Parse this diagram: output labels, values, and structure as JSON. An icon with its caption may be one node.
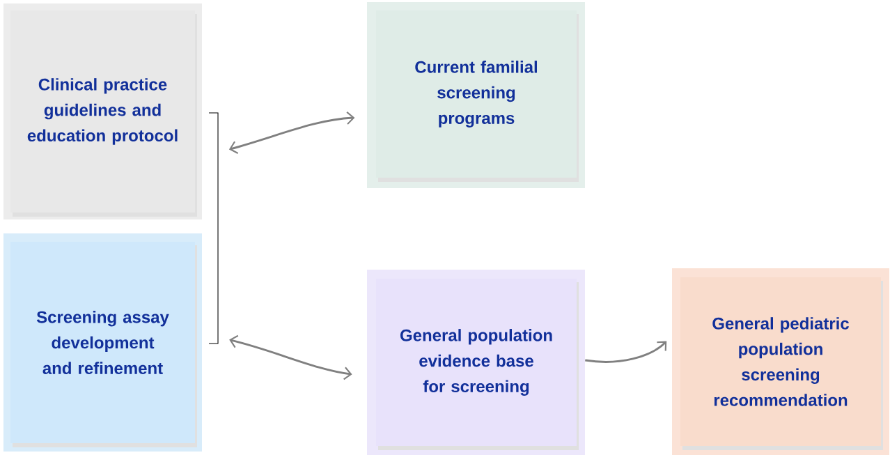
{
  "diagram": {
    "nodes": [
      {
        "text": [
          "Clinical practice guidelines and education protocol"
        ]
      },
      {
        "text": [
          "Screening assay development and refinement"
        ]
      },
      {
        "text": [
          "Current familial screening programs"
        ]
      },
      {
        "text": [
          "General population evidence base for screening"
        ]
      },
      {
        "text": [
          "General pediatric population screening recommendation"
        ]
      }
    ],
    "edges": [
      {
        "from": 0,
        "to": 2,
        "arrow": "both"
      },
      {
        "from": 1,
        "to": 3,
        "arrow": "both"
      },
      {
        "from": 3,
        "to": 4,
        "arrow": "to"
      }
    ]
  }
}
